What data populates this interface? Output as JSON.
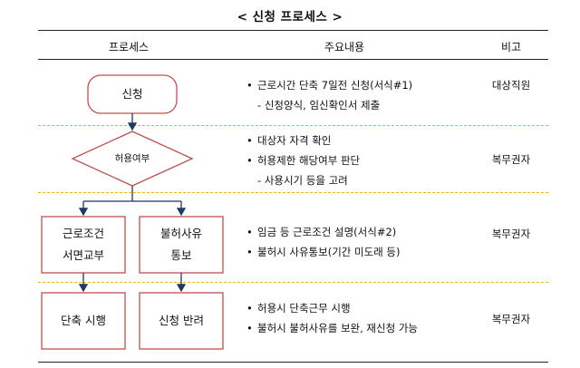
{
  "title": "< 신청 프로세스 >",
  "headers": {
    "process": "프로세스",
    "content": "주요내용",
    "remark": "비고"
  },
  "nodes": {
    "apply": "신청",
    "decision": "허용여부",
    "conditions_line1": "근로조건",
    "conditions_line2": "서면교부",
    "reject_notice_line1": "불허사유",
    "reject_notice_line2": "통보",
    "implement": "단축 시행",
    "return": "신청 반려"
  },
  "rows": [
    {
      "bullets": [
        "근로시간 단축 7일전 신청(서식#1)"
      ],
      "sub": [
        "신청양식, 임신확인서 제출"
      ],
      "remark": "대상직원"
    },
    {
      "bullets": [
        "대상자 자격 확인",
        "허용제한 해당여부 판단"
      ],
      "sub": [
        "사용시기 등을 고려"
      ],
      "remark": "복무권자"
    },
    {
      "bullets": [
        "임금 등 근로조건 설명(서식#2)",
        "불허시 사유통보(기간 미도래 등)"
      ],
      "sub": [],
      "remark": "복무권자"
    },
    {
      "bullets": [
        "허용시 단축근무 시행",
        "불허시 불허사유를 보완, 재신청 가능"
      ],
      "sub": [],
      "remark": "복무권자"
    }
  ],
  "colors": {
    "node_border": "#c0504d",
    "arrow": "#1f3864",
    "divider": "#f0b800"
  }
}
